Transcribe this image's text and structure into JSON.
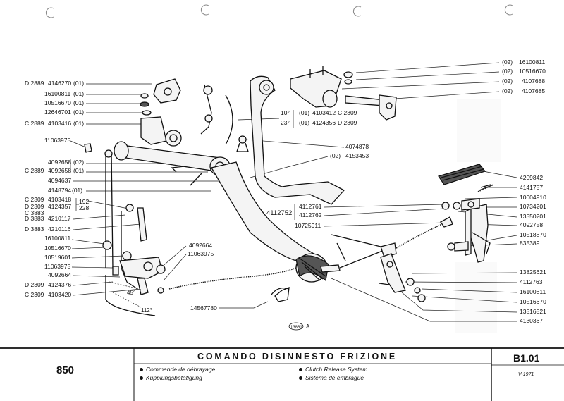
{
  "left_labels": [
    {
      "prefix": "D 2889",
      "code": "4146270",
      "qty": "(01)"
    },
    {
      "prefix": "",
      "code": "16100811",
      "qty": "(01)"
    },
    {
      "prefix": "",
      "code": "10516670",
      "qty": "(01)"
    },
    {
      "prefix": "",
      "code": "12646701",
      "qty": "(01)"
    },
    {
      "prefix": "C 2889",
      "code": "4103416",
      "qty": "(01)"
    },
    {
      "prefix": "",
      "code": "11063975",
      "qty": ""
    },
    {
      "prefix": "",
      "code": "4092658",
      "qty": "(02)"
    },
    {
      "prefix": "C 2889",
      "code": "4092658",
      "qty": "(01)"
    },
    {
      "prefix": "",
      "code": "4094637",
      "qty": ""
    },
    {
      "prefix": "",
      "code": "4148794",
      "qty": "(01)"
    },
    {
      "prefix": "C 2309",
      "code": "4103418",
      "qty": "192"
    },
    {
      "prefix": "D 2309",
      "code": "4124357",
      "qty": "228"
    },
    {
      "prefix": "C 3883",
      "code": "",
      "qty": ""
    },
    {
      "prefix": "D 3883",
      "code": "4210117",
      "qty": ""
    },
    {
      "prefix": "D 3883",
      "code": "4210116",
      "qty": ""
    },
    {
      "prefix": "",
      "code": "16100811",
      "qty": ""
    },
    {
      "prefix": "",
      "code": "10516670",
      "qty": ""
    },
    {
      "prefix": "",
      "code": "10519601",
      "qty": ""
    },
    {
      "prefix": "",
      "code": "11063975",
      "qty": ""
    },
    {
      "prefix": "",
      "code": "4092664",
      "qty": ""
    },
    {
      "prefix": "D 2309",
      "code": "4124376",
      "qty": ""
    },
    {
      "prefix": "C 2309",
      "code": "4103420",
      "qty": ""
    }
  ],
  "top_right_labels": [
    {
      "qty": "(02)",
      "code": "16100811"
    },
    {
      "qty": "(02)",
      "code": "10516670"
    },
    {
      "qty": "(02)",
      "code": "4107688"
    },
    {
      "qty": "(02)",
      "code": "4107685"
    }
  ],
  "middle_labels": {
    "deg1": "10°",
    "deg1_qty": "(01)",
    "deg1_code": "4103412",
    "deg1_suffix": "C 2309",
    "deg2": "23°",
    "deg2_qty": "(01)",
    "deg2_code": "4124356",
    "deg2_suffix": "D 2309",
    "a1": "4074878",
    "a2_qty": "(02)",
    "a2_code": "4153453",
    "b1": "4092664",
    "b2": "11063975",
    "b3": "14567780",
    "group_code": "4112752",
    "g1": "4112761",
    "g2": "4112762",
    "g3": "10725911"
  },
  "right_labels": [
    "4209842",
    "4141757",
    "10004910",
    "10734201",
    "13550201",
    "4092758",
    "10518870",
    "835389",
    "13825621",
    "4112763",
    "16100811",
    "10516670",
    "13516521",
    "4130367"
  ],
  "angle_labels": {
    "a1": "45°",
    "a2": "112°"
  },
  "figure_ref": {
    "num": "13861",
    "letter": "A"
  },
  "footer": {
    "model": "850",
    "title": "COMANDO DISINNESTO FRIZIONE",
    "fr": "Commande de débrayage",
    "de": "Kupplungsbetätigung",
    "en": "Clutch Release System",
    "es": "Sistema de embrague",
    "code": "B1.01",
    "date": "V-1971"
  }
}
